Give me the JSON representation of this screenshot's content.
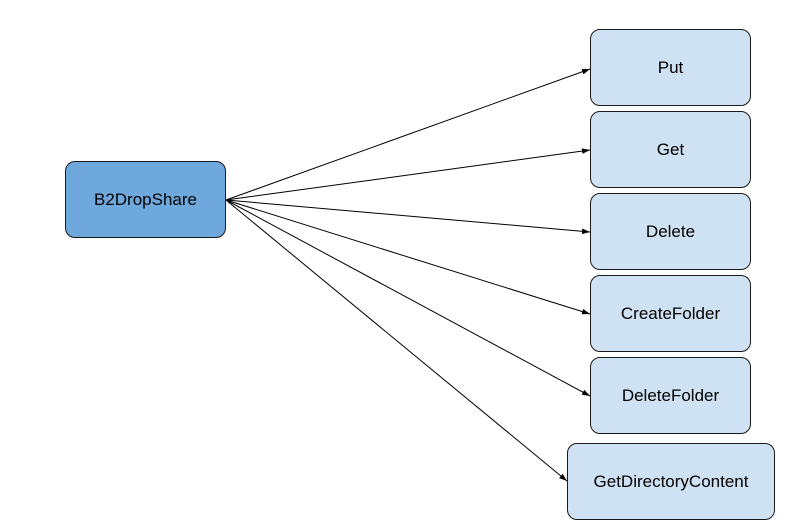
{
  "diagram": {
    "root": {
      "label": "B2DropShare"
    },
    "operations": [
      {
        "label": "Put"
      },
      {
        "label": "Get"
      },
      {
        "label": "Delete"
      },
      {
        "label": "CreateFolder"
      },
      {
        "label": "DeleteFolder"
      },
      {
        "label": "GetDirectoryContent"
      }
    ]
  },
  "colors": {
    "root_fill": "#6fa8dc",
    "operation_fill": "#cfe2f3",
    "border": "#1a1a1a",
    "edge": "#000000"
  }
}
